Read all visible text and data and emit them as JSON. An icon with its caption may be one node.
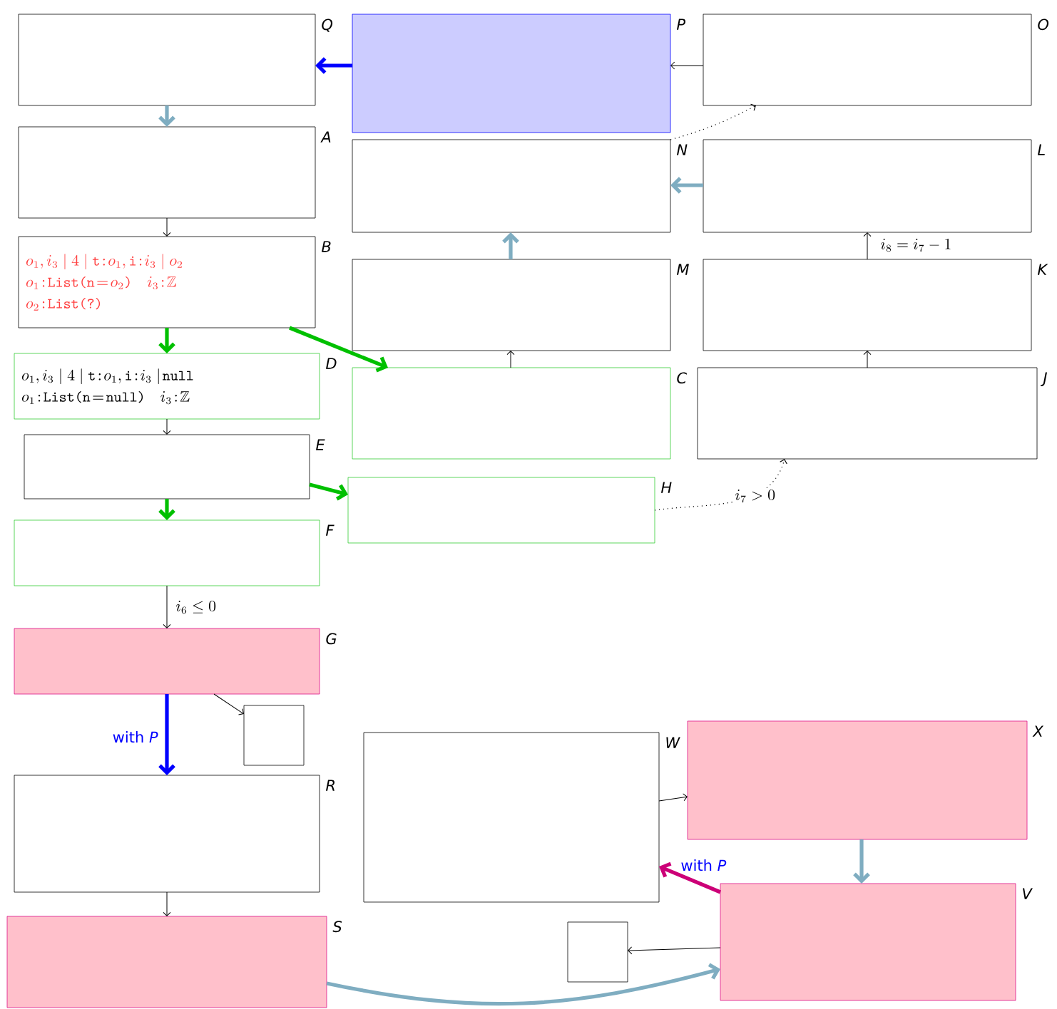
{
  "diagram": {
    "nodes": [
      {
        "text": [],
        "shape": "box",
        "beside": [
          "Q"
        ]
      },
      {
        "text": [],
        "shape": "box",
        "beside": [
          "P"
        ]
      },
      {
        "text": [],
        "shape": "box",
        "beside": [
          "O"
        ]
      },
      {
        "text": [],
        "shape": "box",
        "beside": [
          "A"
        ]
      },
      {
        "text": [],
        "shape": "box",
        "beside": [
          "N"
        ]
      },
      {
        "text": [],
        "shape": "box",
        "beside": [
          "L"
        ]
      },
      {
        "text": [
          "o_1, i_3 \\mid 4 \\mid \\texttt{t}\\!:\\!o_1,\\texttt{i}\\!:\\!i_3 \\mid o_2",
          "o_1\\!:\\!\\texttt{List(n}\\!=\\!o_2\\texttt{)} \\quad i_3\\!:\\!\\mathbb{Z}",
          "o_2\\!:\\!\\texttt{List(?)}"
        ],
        "beside": [
          "B"
        ]
      },
      {
        "text": [],
        "shape": "box",
        "beside": [
          "M"
        ]
      },
      {
        "text": [],
        "shape": "box",
        "beside": [
          "K"
        ]
      },
      {
        "text": [
          "o_1, i_3 \\mid 4 \\mid \\texttt{t}\\!:\\!o_1,\\texttt{i}\\!:\\!i_3 \\mid\\!\\texttt{null}",
          "o_1\\!:\\!\\texttt{List(n}\\!=\\!\\texttt{null)} \\quad i_3\\!:\\!\\mathbb{Z}"
        ],
        "beside": [
          "D"
        ]
      },
      {
        "text": [],
        "shape": "box",
        "beside": [
          "C"
        ]
      },
      {
        "text": [],
        "shape": "box",
        "beside": [
          "J"
        ]
      },
      {
        "text": [],
        "shape": "box",
        "beside": [
          "E"
        ]
      },
      {
        "text": [],
        "shape": "box",
        "beside": [
          "H"
        ]
      },
      {
        "text": [],
        "shape": "box",
        "beside": [
          "F"
        ]
      },
      {
        "text": [],
        "shape": "box",
        "beside": [
          "G"
        ]
      },
      {
        "text": [],
        "shape": "box"
      },
      {
        "text": [],
        "shape": "box",
        "beside": [
          "R"
        ]
      },
      {
        "text": [],
        "shape": "box",
        "beside": [
          "W"
        ]
      },
      {
        "text": [],
        "shape": "box",
        "beside": [
          "X"
        ]
      },
      {
        "text": [],
        "shape": "box",
        "beside": [
          "V"
        ]
      },
      {
        "text": [],
        "shape": "box"
      },
      {
        "text": [],
        "shape": "box",
        "beside": [
          "S"
        ]
      }
    ],
    "edges": [
      {
        "from": 1,
        "to": 0,
        "arrow": "to",
        "style": "thick",
        "color": "#0000ff"
      },
      {
        "from": 2,
        "to": 1,
        "arrow": "to"
      },
      {
        "from": 0,
        "to": 3,
        "arrow": "to",
        "style": "thick",
        "color": "#7fadc1"
      },
      {
        "from": 4,
        "to": 2,
        "arrow": "to",
        "style": "dashed"
      },
      {
        "from": 5,
        "to": 4,
        "arrow": "to",
        "style": "thick",
        "color": "#7fadc1"
      },
      {
        "from": 3,
        "to": 6,
        "arrow": "to"
      },
      {
        "from": 8,
        "to": 5,
        "arrow": "to",
        "label": "i_8 = i_7 - 1"
      },
      {
        "from": 7,
        "to": 4,
        "arrow": "to",
        "style": "thick",
        "color": "#7fadc1"
      },
      {
        "from": 6,
        "to": 9,
        "arrow": "to",
        "style": "thick",
        "color": "#00c000"
      },
      {
        "from": 6,
        "to": 10,
        "arrow": "to",
        "style": "thick",
        "color": "#00c000"
      },
      {
        "from": 10,
        "to": 7,
        "arrow": "to"
      },
      {
        "from": 11,
        "to": 8,
        "arrow": "to"
      },
      {
        "from": 9,
        "to": 12,
        "arrow": "to"
      },
      {
        "from": 13,
        "to": 11,
        "arrow": "to",
        "style": "dashed",
        "label": "i_7 > 0"
      },
      {
        "from": 12,
        "to": 13,
        "arrow": "to",
        "style": "thick",
        "color": "#00c000"
      },
      {
        "from": 12,
        "to": 14,
        "arrow": "to",
        "style": "thick",
        "color": "#00c000"
      },
      {
        "from": 14,
        "to": 15,
        "arrow": "to",
        "label": "i_6 \\leq 0"
      },
      {
        "from": 15,
        "to": 17,
        "arrow": "to",
        "style": "thick",
        "color": "#0000ff",
        "label": "with *P*"
      },
      {
        "from": 15,
        "to": 16,
        "arrow": "to"
      },
      {
        "from": 18,
        "to": 19,
        "arrow": "to"
      },
      {
        "from": 19,
        "to": 20,
        "arrow": "to",
        "style": "thick",
        "color": "#7fadc1"
      },
      {
        "from": 20,
        "to": 18,
        "arrow": "to",
        "style": "thick",
        "color": "#cc0077",
        "label": "with *P*"
      },
      {
        "from": 20,
        "to": 21,
        "arrow": "to"
      },
      {
        "from": 17,
        "to": 22,
        "arrow": "to"
      },
      {
        "from": 22,
        "to": 20,
        "arrow": "to",
        "style": "thick",
        "color": "#7fadc1"
      }
    ]
  }
}
